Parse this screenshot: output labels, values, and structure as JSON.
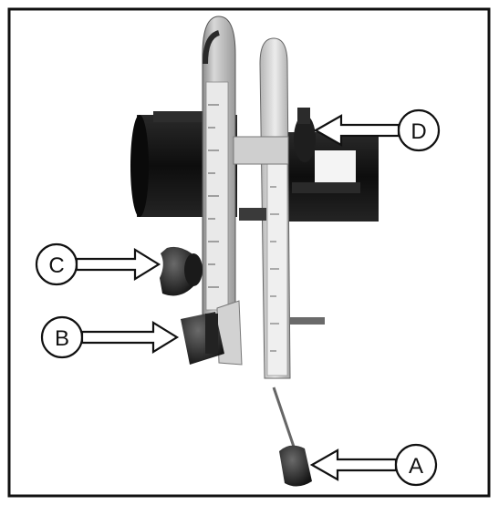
{
  "callouts": {
    "a": {
      "letter": "A"
    },
    "b": {
      "letter": "B"
    },
    "c": {
      "letter": "C"
    },
    "d": {
      "letter": "D"
    }
  },
  "colors": {
    "frame": "#111111",
    "photo_bg": "#ffffff",
    "dark_part": "#1b1b1b",
    "metal": "#cfcfcf",
    "ruler": "#e6e6e6"
  },
  "icons": [
    "callout-arrow-icon"
  ]
}
